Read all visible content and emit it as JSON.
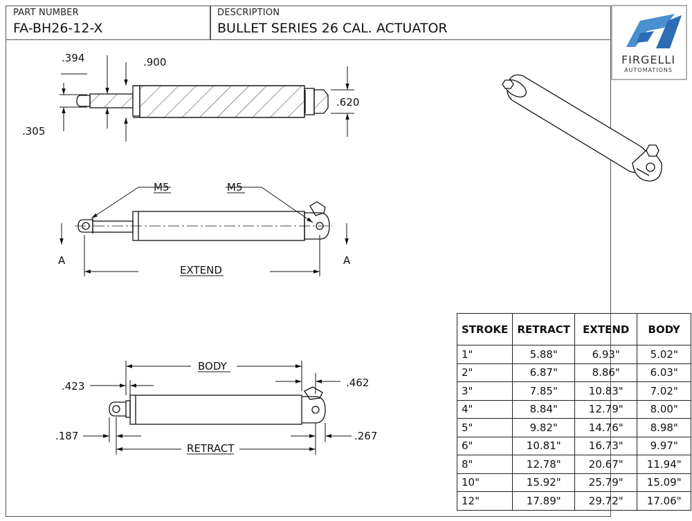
{
  "title_block": {
    "part_number_label": "PART NUMBER",
    "part_number": "FA-BH26-12-X",
    "description_label": "DESCRIPTION",
    "description": "BULLET SERIES 26 CAL. ACTUATOR"
  },
  "logo": {
    "name": "FIRGELLI",
    "tagline": "AUTOMATIONS",
    "icon": "firgelli-logo-icon",
    "accent_color": "#4a8fd0"
  },
  "top_view": {
    "dim_394": ".394",
    "dim_900": ".900",
    "dim_620": ".620",
    "dim_305": ".305"
  },
  "side_view": {
    "m5_left": "M5",
    "m5_right": "M5",
    "section_left": "A",
    "section_right": "A",
    "extend_label": "EXTEND"
  },
  "bottom_view": {
    "body_label": "BODY",
    "dim_423": ".423",
    "dim_462": ".462",
    "dim_187": ".187",
    "dim_267": ".267",
    "retract_label": "RETRACT"
  },
  "spec_table": {
    "headers": [
      "STROKE",
      "RETRACT",
      "EXTEND",
      "BODY"
    ],
    "rows": [
      [
        "1\"",
        "5.88\"",
        "6.93\"",
        "5.02\""
      ],
      [
        "2\"",
        "6.87\"",
        "8.86\"",
        "6.03\""
      ],
      [
        "3\"",
        "7.85\"",
        "10.83\"",
        "7.02\""
      ],
      [
        "4\"",
        "8.84\"",
        "12.79\"",
        "8.00\""
      ],
      [
        "5\"",
        "9.82\"",
        "14.76\"",
        "8.98\""
      ],
      [
        "6\"",
        "10.81\"",
        "16.73\"",
        "9.97\""
      ],
      [
        "8\"",
        "12.78\"",
        "20.67\"",
        "11.94\""
      ],
      [
        "10\"",
        "15.92\"",
        "25.79\"",
        "15.09\""
      ],
      [
        "12\"",
        "17.89\"",
        "29.72\"",
        "17.06\""
      ]
    ]
  }
}
